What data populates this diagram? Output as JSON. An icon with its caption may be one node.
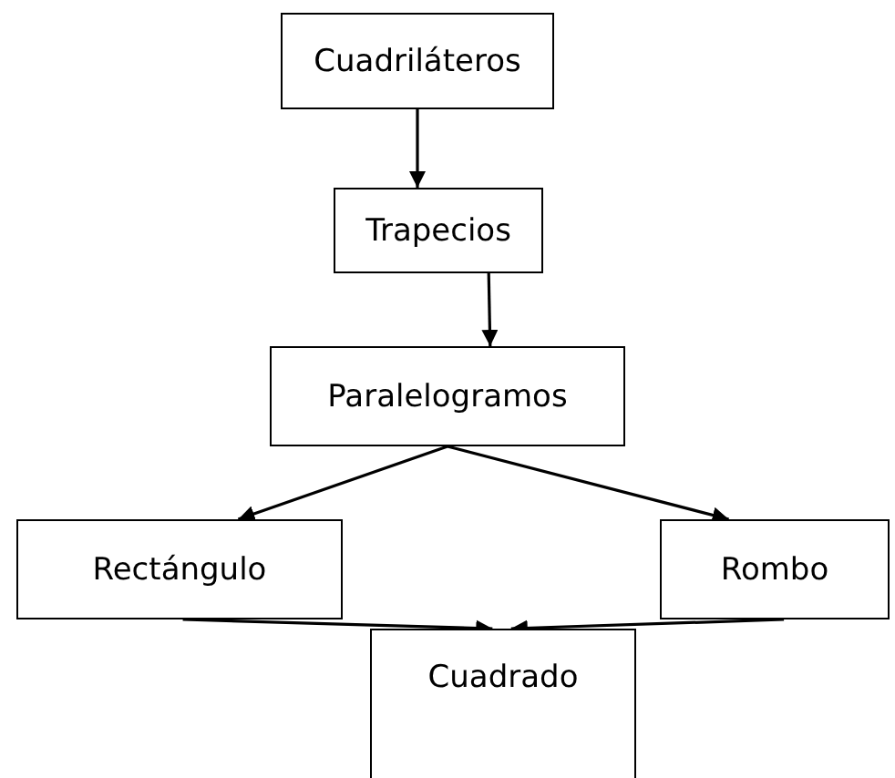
{
  "diagram": {
    "nodes": [
      {
        "text": [
          "Cuadriláteros"
        ]
      },
      {
        "text": [
          "Trapecios"
        ]
      },
      {
        "text": [
          "Paralelogramos"
        ]
      },
      {
        "text": [
          "Rectángulo"
        ]
      },
      {
        "text": [
          "Rombo"
        ]
      },
      {
        "text": [
          "Cuadrado"
        ]
      }
    ],
    "edges": [
      {
        "from": 0,
        "to": 1,
        "arrow": "to"
      },
      {
        "from": 1,
        "to": 2,
        "arrow": "to"
      },
      {
        "from": 2,
        "to": 3,
        "arrow": "to"
      },
      {
        "from": 2,
        "to": 4,
        "arrow": "to"
      },
      {
        "from": 3,
        "to": 5,
        "arrow": "to"
      },
      {
        "from": 4,
        "to": 5,
        "arrow": "to"
      }
    ]
  }
}
